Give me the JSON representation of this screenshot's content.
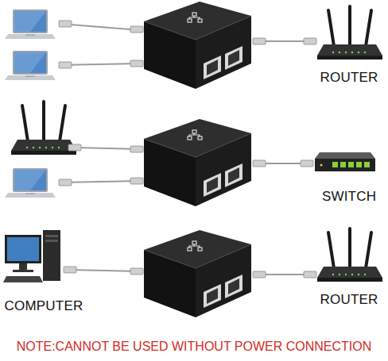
{
  "diagram": {
    "nodes": [
      {
        "text": [
          "ROUTER"
        ]
      },
      {
        "text": [
          "SWITCH"
        ]
      },
      {
        "text": [
          "COMPUTER"
        ]
      },
      {
        "text": [
          "ROUTER"
        ]
      }
    ],
    "labels": [
      "NOTE:CANNOT BE USED WITHOUT POWER CONNECTION"
    ]
  }
}
